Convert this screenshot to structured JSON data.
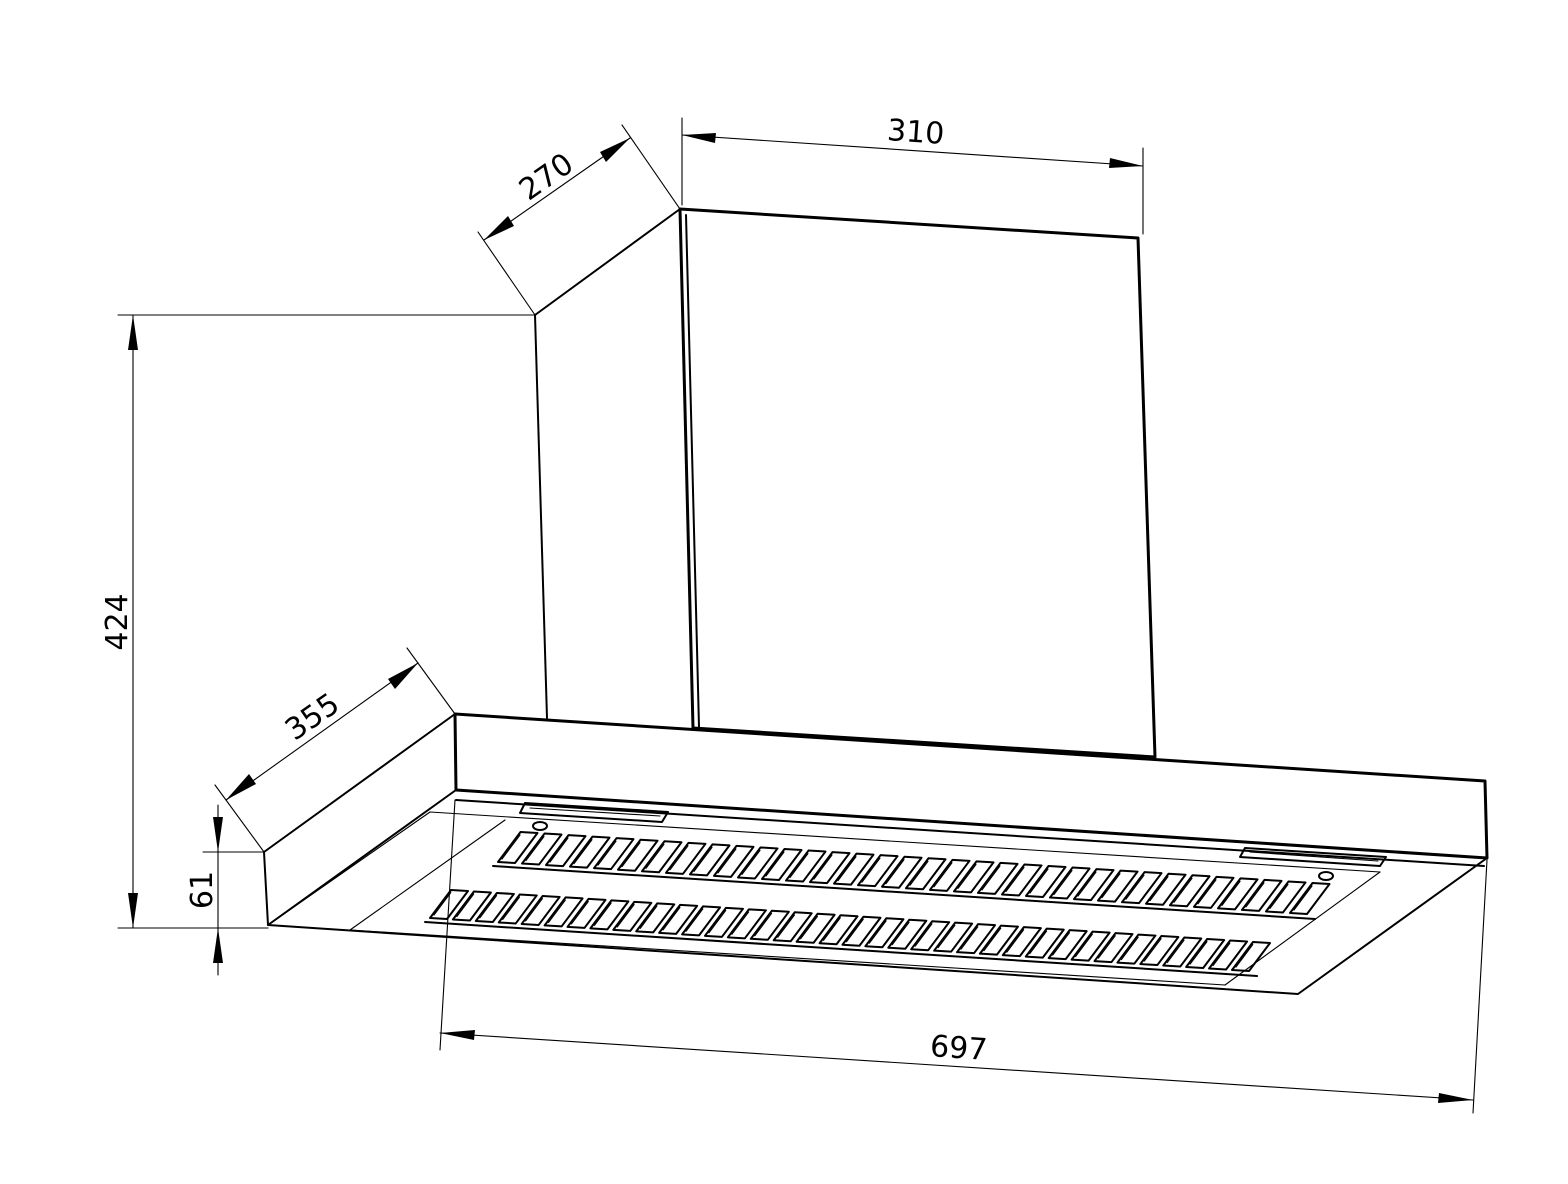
{
  "drawing": {
    "subject": "range-hood",
    "colors": {
      "line": "#000000",
      "background": "#ffffff"
    },
    "dimensions": {
      "chimney_depth": "270",
      "chimney_width": "310",
      "overall_height": "424",
      "canopy_depth": "355",
      "canopy_height": "61",
      "overall_width": "697"
    }
  }
}
